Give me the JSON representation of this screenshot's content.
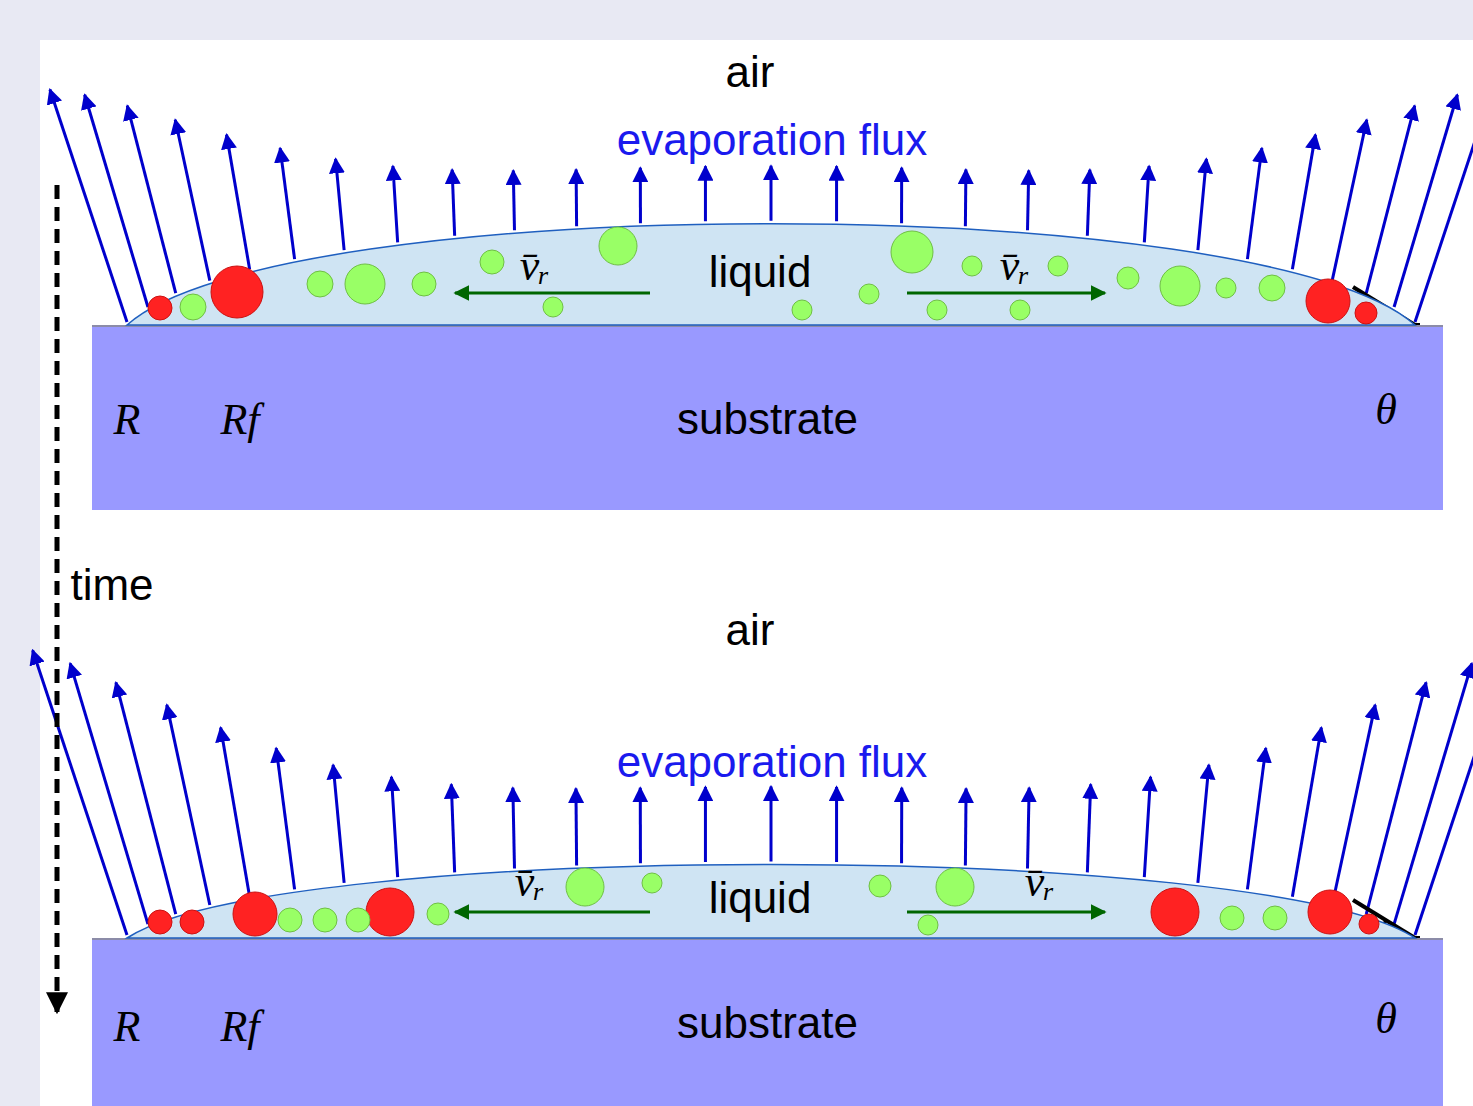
{
  "diagram": {
    "nodes": [
      {
        "text": [
          "substrate"
        ]
      },
      {
        "text": [
          "liquid"
        ]
      },
      {
        "text": [
          "substrate"
        ]
      },
      {
        "text": [
          "liquid"
        ]
      }
    ],
    "labels": [
      "air",
      "evaporation flux",
      "v̄ᵣ",
      "v̄ᵣ",
      "R",
      "Rf",
      "θ",
      "time",
      "air",
      "evaporation flux",
      "v̄ᵣ",
      "v̄ᵣ",
      "R",
      "Rf",
      "θ"
    ]
  }
}
